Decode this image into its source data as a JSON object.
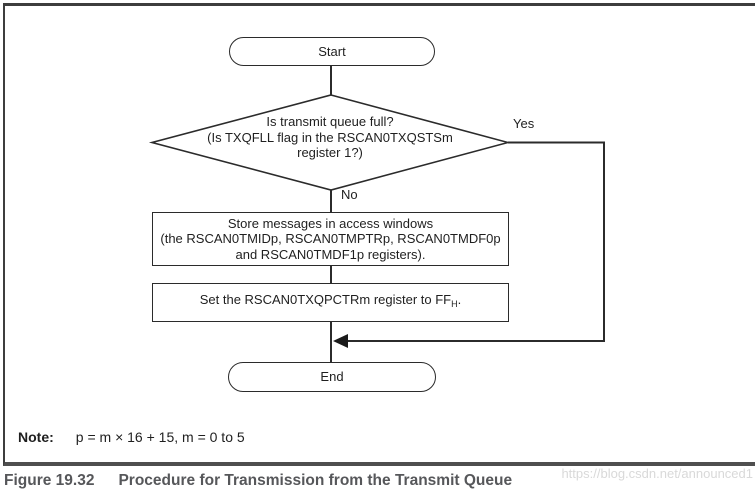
{
  "flowchart": {
    "start_label": "Start",
    "end_label": "End",
    "decision": {
      "line1": "Is transmit queue full?",
      "line2": "(Is TXQFLL flag in the RSCAN0TXQSTSm",
      "line3": "register 1?)"
    },
    "yes_label": "Yes",
    "no_label": "No",
    "process1": {
      "line1": "Store messages in access windows",
      "line2": "(the RSCAN0TMIDp, RSCAN0TMPTRp, RSCAN0TMDF0p",
      "line3": "and RSCAN0TMDF1p registers)."
    },
    "process2": {
      "text_before_sub": "Set the RSCAN0TXQPCTRm register to FF",
      "sub": "H",
      "text_after_sub": "."
    }
  },
  "figure": {
    "note_label": "Note:",
    "note_text": "p = m × 16 + 15, m = 0 to 5",
    "caption_number": "Figure 19.32",
    "caption_title": "Procedure for Transmission from the Transmit Queue",
    "watermark": "https://blog.csdn.net/announced1"
  },
  "colors": {
    "line": "#2b2b2b",
    "caption_text": "#56575a",
    "watermark_text": "#d9d9d9"
  }
}
